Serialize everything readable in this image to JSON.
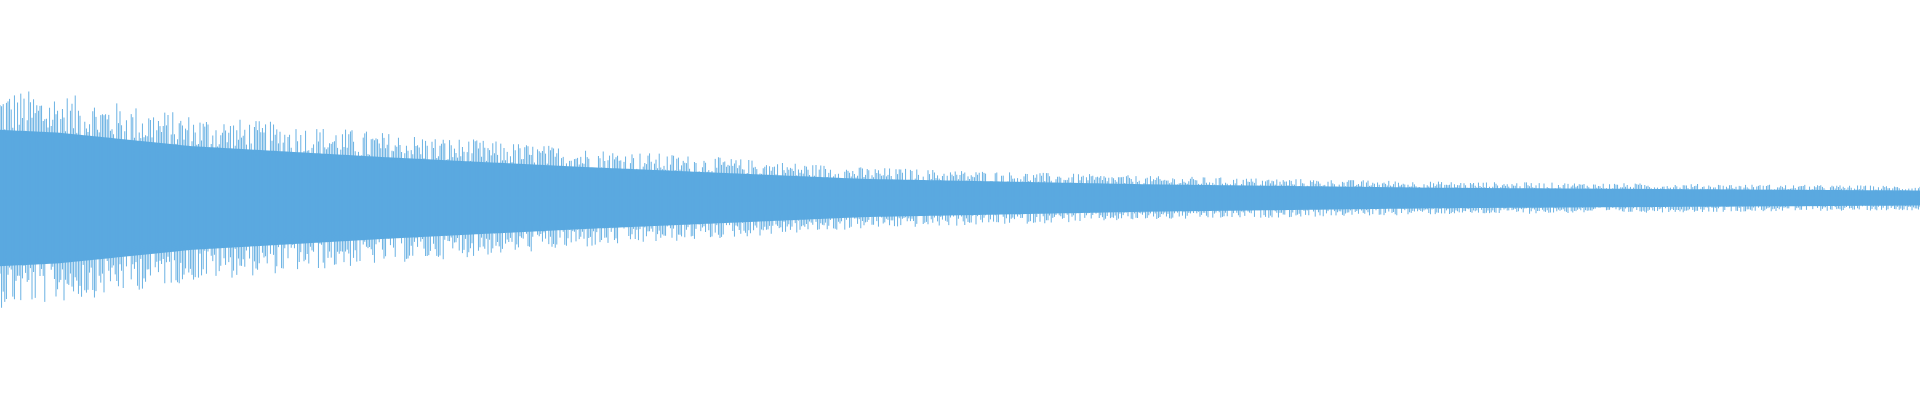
{
  "waveform": {
    "color": "#5aa9e0",
    "background": "#ffffff",
    "shape": "decaying-envelope",
    "peak_amplitude_start": 0.5,
    "peak_amplitude_end": 0.05,
    "envelope_segments": [
      {
        "position": 0.0,
        "amplitude": 0.5
      },
      {
        "position": 0.03,
        "amplitude": 0.48
      },
      {
        "position": 0.1,
        "amplitude": 0.38
      },
      {
        "position": 0.2,
        "amplitude": 0.3
      },
      {
        "position": 0.3,
        "amplitude": 0.23
      },
      {
        "position": 0.45,
        "amplitude": 0.14
      },
      {
        "position": 0.6,
        "amplitude": 0.1
      },
      {
        "position": 0.75,
        "amplitude": 0.075
      },
      {
        "position": 1.0,
        "amplitude": 0.055
      }
    ]
  }
}
